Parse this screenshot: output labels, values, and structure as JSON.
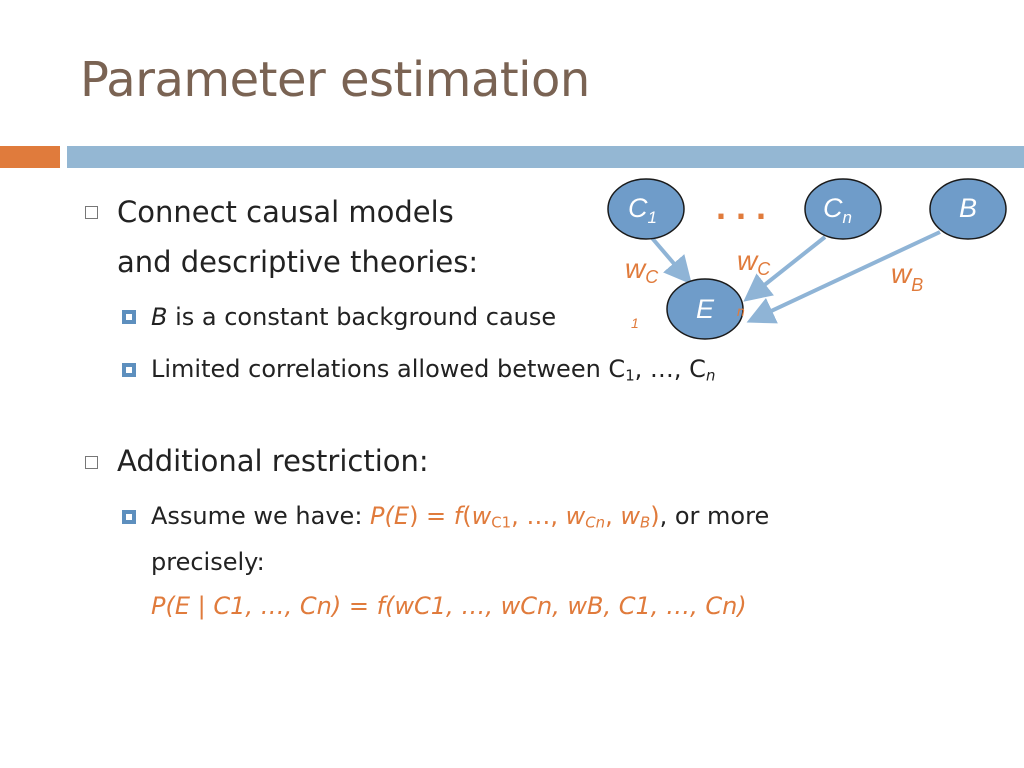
{
  "slide": {
    "title": "Parameter estimation",
    "bullets": {
      "b1_line1": "Connect causal models",
      "b1_line2": "and descriptive theories:",
      "b1_sub1_var": "B",
      "b1_sub1_text": " is a constant background cause",
      "b1_sub2_text": "Limited correlations allowed between C",
      "b1_sub2_sub1": "1",
      "b1_sub2_mid": ", …, C",
      "b1_sub2_subn": "n",
      "b2": "Additional restriction:",
      "b2_sub1_lead": "Assume we have: ",
      "b2_sub1_eq_a": "P(",
      "b2_sub1_eq_E": "E",
      "b2_sub1_eq_b": ") = ",
      "b2_sub1_eq_f": "f",
      "b2_sub1_eq_c": "(",
      "b2_sub1_eq_w": "w",
      "b2_sub1_eq_C1": "C1",
      "b2_sub1_eq_d": ", …, ",
      "b2_sub1_eq_w2": "w",
      "b2_sub1_eq_Cn": "Cn",
      "b2_sub1_eq_e": ", ",
      "b2_sub1_eq_w3": "w",
      "b2_sub1_eq_B": "B",
      "b2_sub1_eq_g": ")",
      "b2_sub1_tail1": ", or more",
      "b2_sub1_tail2": "precisely:",
      "b2_sub1_formula": "P(E | C1, …, Cn) = f(wC1, …, wCn, wB, C1, …, Cn)"
    },
    "diagram": {
      "nodes": {
        "c1": "C",
        "c1_sub": "1",
        "cn": "C",
        "cn_sub": "n",
        "b": "B",
        "e": "E"
      },
      "dots": ". . .",
      "edge_labels": {
        "wc1": "w",
        "wc1_sub": "C",
        "wc1_subsub": "1",
        "wcn": "w",
        "wcn_sub": "C",
        "wcn_subsub": "n",
        "wb": "w",
        "wb_sub": "B"
      }
    },
    "colors": {
      "title": "#7a6353",
      "accent_orange": "#e07b3c",
      "accent_blue": "#94b7d3",
      "node_fill": "#6f9cc9",
      "bullet_square": "#5d8fbe"
    }
  }
}
